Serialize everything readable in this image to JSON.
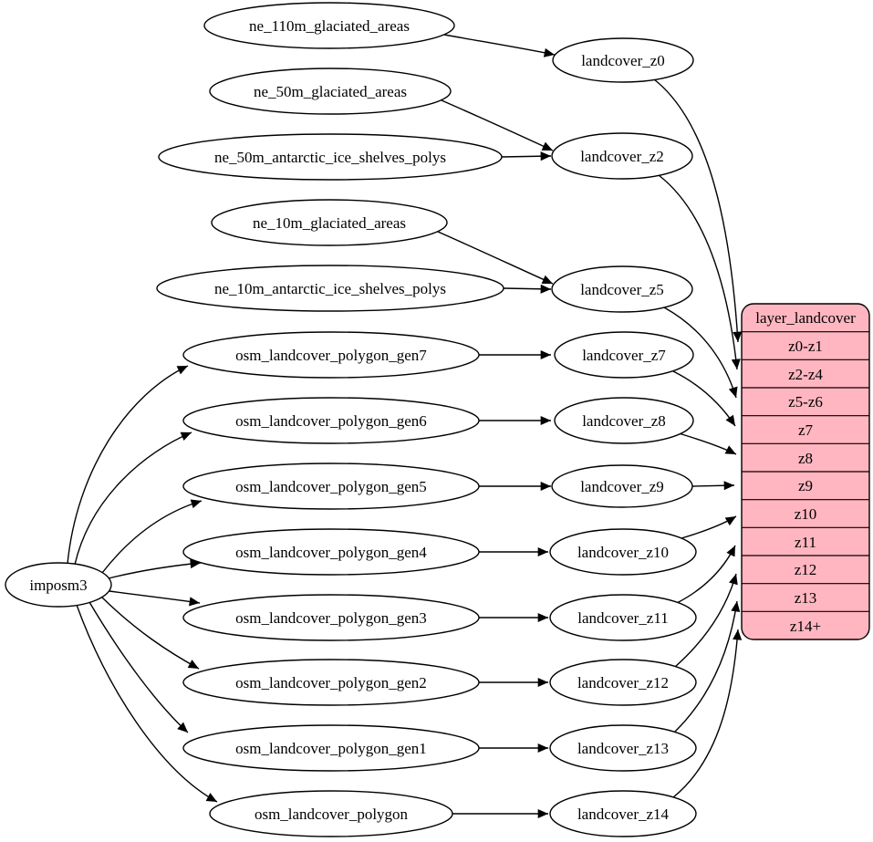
{
  "colors": {
    "background": "#ffffff",
    "node_fill": "#ffffff",
    "stroke": "#000000",
    "table_fill": "#ffb6c1",
    "text": "#000000"
  },
  "nodes": [
    {
      "id": "ne_110m_glaciated_areas",
      "label": "ne_110m_glaciated_areas"
    },
    {
      "id": "ne_50m_glaciated_areas",
      "label": "ne_50m_glaciated_areas"
    },
    {
      "id": "ne_50m_antarctic_ice_shelves_polys",
      "label": "ne_50m_antarctic_ice_shelves_polys"
    },
    {
      "id": "ne_10m_glaciated_areas",
      "label": "ne_10m_glaciated_areas"
    },
    {
      "id": "ne_10m_antarctic_ice_shelves_polys",
      "label": "ne_10m_antarctic_ice_shelves_polys"
    },
    {
      "id": "osm_landcover_polygon_gen7",
      "label": "osm_landcover_polygon_gen7"
    },
    {
      "id": "osm_landcover_polygon_gen6",
      "label": "osm_landcover_polygon_gen6"
    },
    {
      "id": "osm_landcover_polygon_gen5",
      "label": "osm_landcover_polygon_gen5"
    },
    {
      "id": "osm_landcover_polygon_gen4",
      "label": "osm_landcover_polygon_gen4"
    },
    {
      "id": "osm_landcover_polygon_gen3",
      "label": "osm_landcover_polygon_gen3"
    },
    {
      "id": "osm_landcover_polygon_gen2",
      "label": "osm_landcover_polygon_gen2"
    },
    {
      "id": "osm_landcover_polygon_gen1",
      "label": "osm_landcover_polygon_gen1"
    },
    {
      "id": "osm_landcover_polygon",
      "label": "osm_landcover_polygon"
    },
    {
      "id": "imposm3",
      "label": "imposm3"
    },
    {
      "id": "landcover_z0",
      "label": "landcover_z0"
    },
    {
      "id": "landcover_z2",
      "label": "landcover_z2"
    },
    {
      "id": "landcover_z5",
      "label": "landcover_z5"
    },
    {
      "id": "landcover_z7",
      "label": "landcover_z7"
    },
    {
      "id": "landcover_z8",
      "label": "landcover_z8"
    },
    {
      "id": "landcover_z9",
      "label": "landcover_z9"
    },
    {
      "id": "landcover_z10",
      "label": "landcover_z10"
    },
    {
      "id": "landcover_z11",
      "label": "landcover_z11"
    },
    {
      "id": "landcover_z12",
      "label": "landcover_z12"
    },
    {
      "id": "landcover_z13",
      "label": "landcover_z13"
    },
    {
      "id": "landcover_z14",
      "label": "landcover_z14"
    }
  ],
  "table": {
    "title": "layer_landcover",
    "rows": [
      "z0-z1",
      "z2-z4",
      "z5-z6",
      "z7",
      "z8",
      "z9",
      "z10",
      "z11",
      "z12",
      "z13",
      "z14+"
    ]
  },
  "edges": [
    {
      "from": "ne_110m_glaciated_areas",
      "to": "landcover_z0"
    },
    {
      "from": "ne_50m_glaciated_areas",
      "to": "landcover_z2"
    },
    {
      "from": "ne_50m_antarctic_ice_shelves_polys",
      "to": "landcover_z2"
    },
    {
      "from": "ne_10m_glaciated_areas",
      "to": "landcover_z5"
    },
    {
      "from": "ne_10m_antarctic_ice_shelves_polys",
      "to": "landcover_z5"
    },
    {
      "from": "imposm3",
      "to": "osm_landcover_polygon_gen7"
    },
    {
      "from": "imposm3",
      "to": "osm_landcover_polygon_gen6"
    },
    {
      "from": "imposm3",
      "to": "osm_landcover_polygon_gen5"
    },
    {
      "from": "imposm3",
      "to": "osm_landcover_polygon_gen4"
    },
    {
      "from": "imposm3",
      "to": "osm_landcover_polygon_gen3"
    },
    {
      "from": "imposm3",
      "to": "osm_landcover_polygon_gen2"
    },
    {
      "from": "imposm3",
      "to": "osm_landcover_polygon_gen1"
    },
    {
      "from": "imposm3",
      "to": "osm_landcover_polygon"
    },
    {
      "from": "osm_landcover_polygon_gen7",
      "to": "landcover_z7"
    },
    {
      "from": "osm_landcover_polygon_gen6",
      "to": "landcover_z8"
    },
    {
      "from": "osm_landcover_polygon_gen5",
      "to": "landcover_z9"
    },
    {
      "from": "osm_landcover_polygon_gen4",
      "to": "landcover_z10"
    },
    {
      "from": "osm_landcover_polygon_gen3",
      "to": "landcover_z11"
    },
    {
      "from": "osm_landcover_polygon_gen2",
      "to": "landcover_z12"
    },
    {
      "from": "osm_landcover_polygon_gen1",
      "to": "landcover_z13"
    },
    {
      "from": "osm_landcover_polygon",
      "to": "landcover_z14"
    },
    {
      "from": "landcover_z0",
      "to": "layer_landcover",
      "to_row": "z0-z1"
    },
    {
      "from": "landcover_z2",
      "to": "layer_landcover",
      "to_row": "z2-z4"
    },
    {
      "from": "landcover_z5",
      "to": "layer_landcover",
      "to_row": "z5-z6"
    },
    {
      "from": "landcover_z7",
      "to": "layer_landcover",
      "to_row": "z7"
    },
    {
      "from": "landcover_z8",
      "to": "layer_landcover",
      "to_row": "z8"
    },
    {
      "from": "landcover_z9",
      "to": "layer_landcover",
      "to_row": "z9"
    },
    {
      "from": "landcover_z10",
      "to": "layer_landcover",
      "to_row": "z10"
    },
    {
      "from": "landcover_z11",
      "to": "layer_landcover",
      "to_row": "z11"
    },
    {
      "from": "landcover_z12",
      "to": "layer_landcover",
      "to_row": "z12"
    },
    {
      "from": "landcover_z13",
      "to": "layer_landcover",
      "to_row": "z13"
    },
    {
      "from": "landcover_z14",
      "to": "layer_landcover",
      "to_row": "z14+"
    }
  ]
}
